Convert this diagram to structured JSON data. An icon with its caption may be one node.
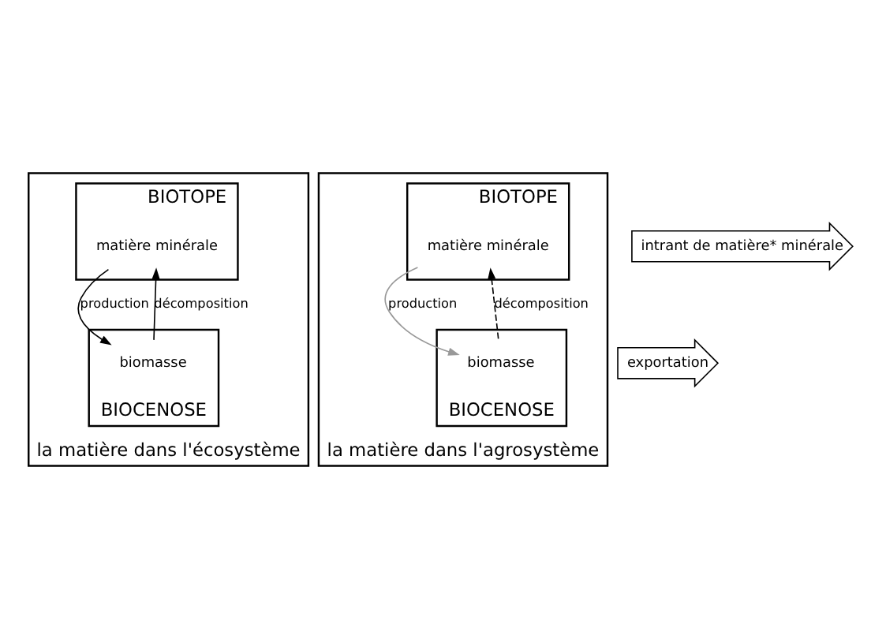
{
  "diagram": {
    "nodes": [
      {
        "text": [
          "la matière dans l'écosystème"
        ]
      },
      {
        "text": [
          "BIOTOPE"
        ],
        "in": 0
      },
      {
        "text": [
          "matière minérale"
        ],
        "in": 1
      },
      {
        "text": [
          "BIOCENOSE"
        ],
        "in": 0
      },
      {
        "text": [
          "biomasse"
        ],
        "in": 3
      },
      {
        "text": [
          "la matière dans l'agrosystème"
        ]
      },
      {
        "text": [
          "BIOTOPE"
        ],
        "in": 5
      },
      {
        "text": [
          "intrant de matière* minérale"
        ]
      },
      {
        "text": [
          "matière minérale"
        ],
        "in": 6
      },
      {
        "text": [
          "BIOCENOSE"
        ],
        "in": 5
      },
      {
        "text": [
          "biomasse"
        ],
        "in": 9
      },
      {
        "text": [
          "exportation"
        ]
      }
    ],
    "edges": [
      {
        "from": 2,
        "to": 4,
        "arrow": "to",
        "label": "production"
      },
      {
        "from": 4,
        "to": 2,
        "arrow": "to",
        "label": "décomposition"
      },
      {
        "from": 8,
        "to": 10,
        "arrow": "to",
        "label": "production",
        "color": "#999999"
      },
      {
        "from": 10,
        "to": 8,
        "arrow": "to",
        "label": "décomposition",
        "style": "dashed"
      }
    ]
  }
}
